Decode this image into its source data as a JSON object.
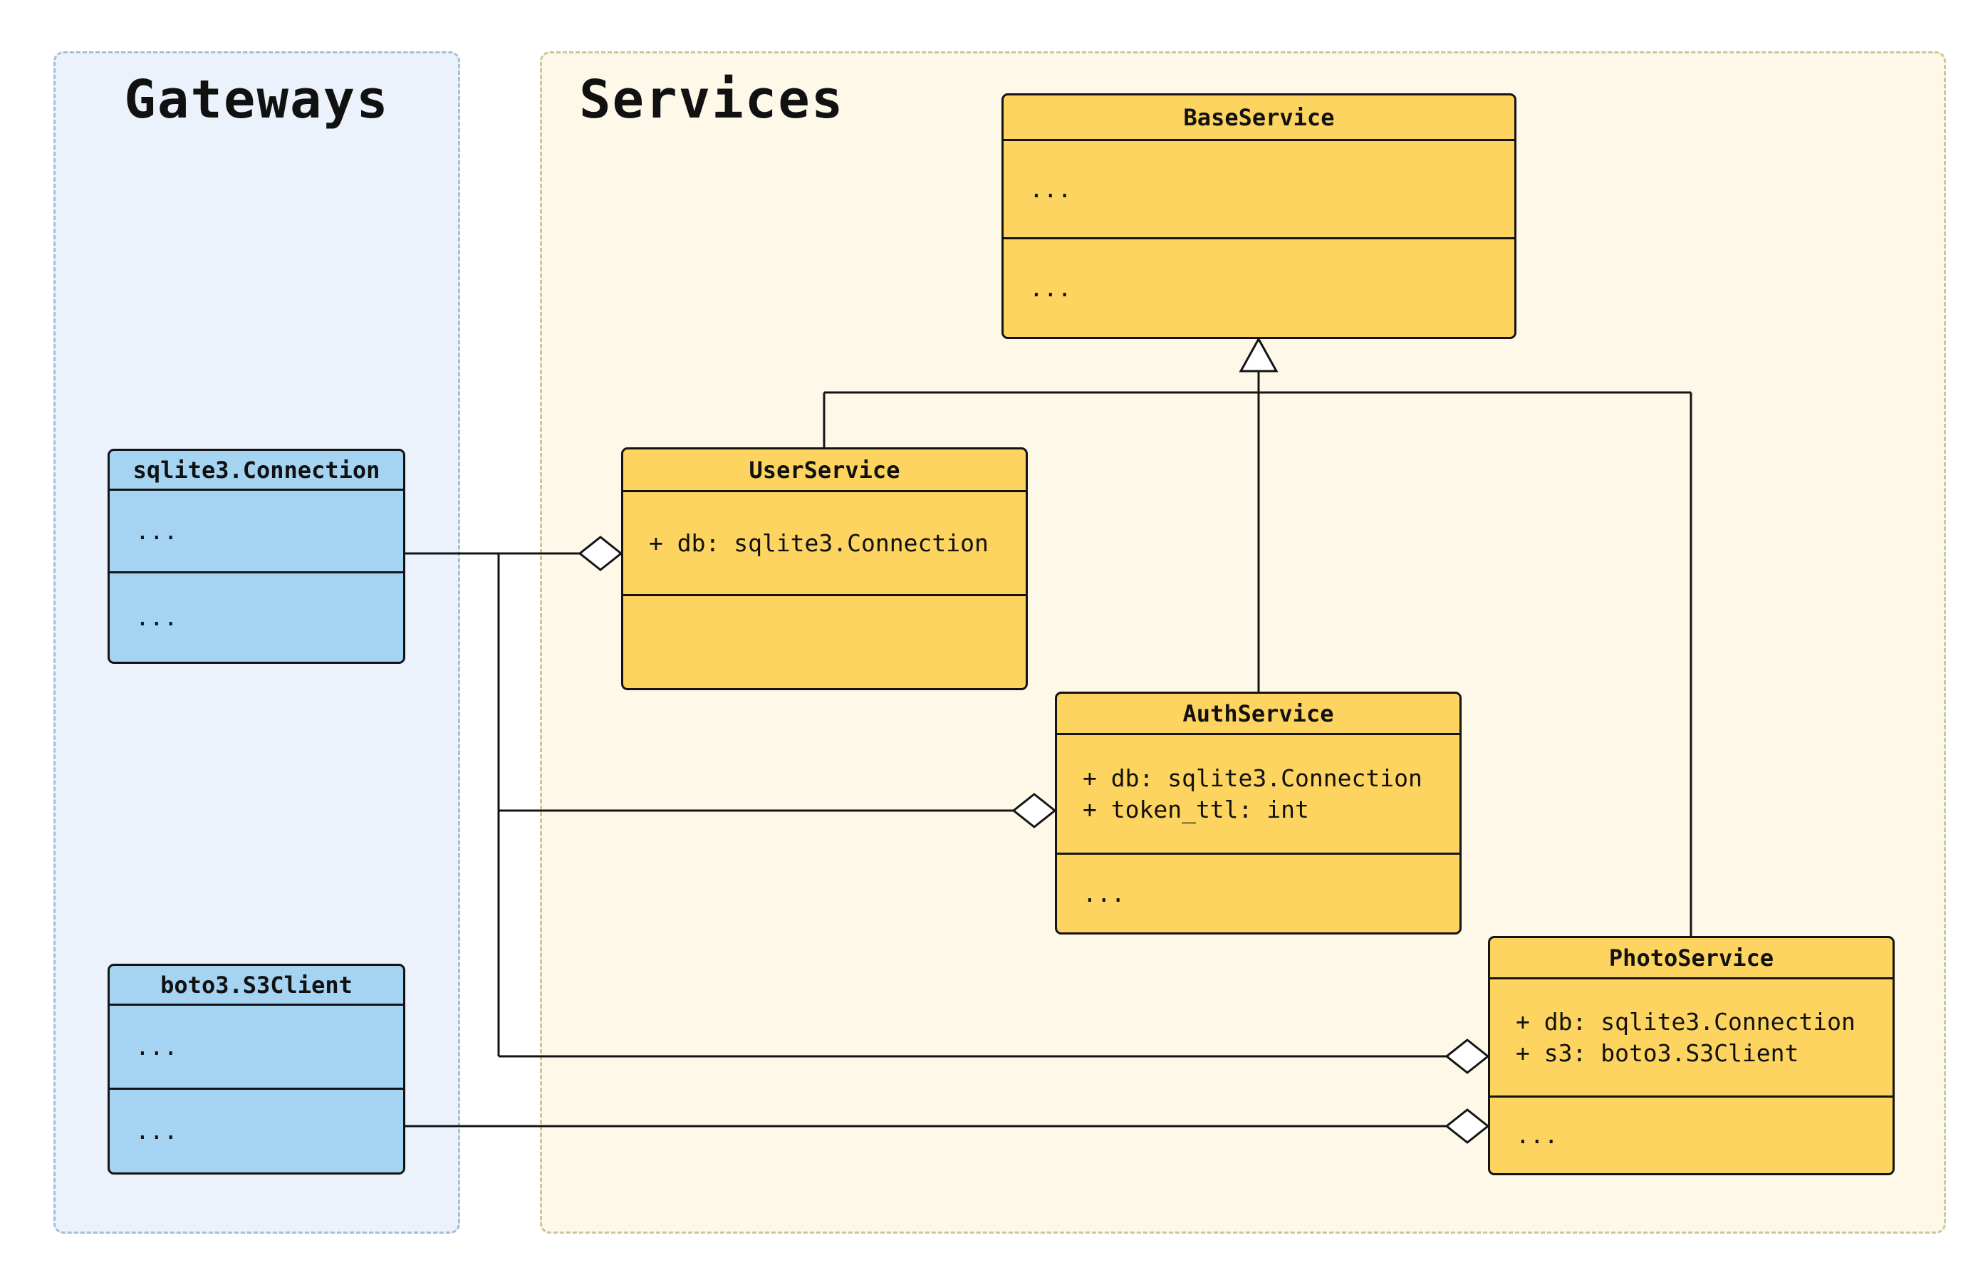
{
  "groups": {
    "gateways": {
      "title": "Gateways"
    },
    "services": {
      "title": "Services"
    }
  },
  "classes": {
    "base_service": {
      "name": "BaseService",
      "attributes": [
        "..."
      ],
      "methods": [
        "..."
      ]
    },
    "user_service": {
      "name": "UserService",
      "attributes": [
        "+ db: sqlite3.Connection"
      ],
      "methods": []
    },
    "auth_service": {
      "name": "AuthService",
      "attributes": [
        "+ db: sqlite3.Connection",
        "+ token_ttl: int"
      ],
      "methods": [
        "..."
      ]
    },
    "photo_service": {
      "name": "PhotoService",
      "attributes": [
        "+ db: sqlite3.Connection",
        "+ s3: boto3.S3Client"
      ],
      "methods": [
        "..."
      ]
    },
    "sqlite3_connection": {
      "name": "sqlite3.Connection",
      "attributes": [
        "..."
      ],
      "methods": [
        "..."
      ]
    },
    "boto3_s3client": {
      "name": "boto3.S3Client",
      "attributes": [
        "..."
      ],
      "methods": [
        "..."
      ]
    }
  },
  "relationships": [
    {
      "type": "inheritance",
      "from": "UserService",
      "to": "BaseService"
    },
    {
      "type": "inheritance",
      "from": "AuthService",
      "to": "BaseService"
    },
    {
      "type": "inheritance",
      "from": "PhotoService",
      "to": "BaseService"
    },
    {
      "type": "aggregation",
      "owner": "UserService",
      "part": "sqlite3.Connection"
    },
    {
      "type": "aggregation",
      "owner": "AuthService",
      "part": "sqlite3.Connection"
    },
    {
      "type": "aggregation",
      "owner": "PhotoService",
      "part": "sqlite3.Connection"
    },
    {
      "type": "aggregation",
      "owner": "PhotoService",
      "part": "boto3.S3Client"
    }
  ],
  "colors": {
    "canvas-bg": "#ffffff",
    "gateways-bg": "#ebf2fc",
    "gateways-border": "#a7bed9",
    "services-bg": "#fdf8e8",
    "services-border": "#cfc59b",
    "blue-fill": "#a5d3f2",
    "yellow-fill": "#fcd45f",
    "stroke": "#141414"
  }
}
